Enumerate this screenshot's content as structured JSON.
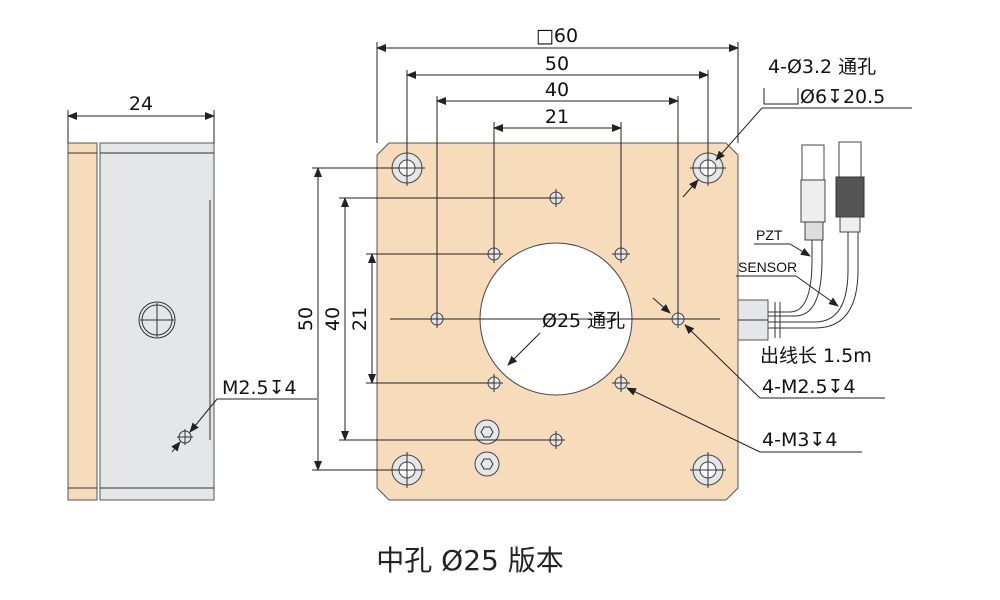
{
  "dimensions": {
    "side_width": "24",
    "square": "□60",
    "d50": "50",
    "d40": "40",
    "d21": "21",
    "v50": "50",
    "v40": "40",
    "v21": "21"
  },
  "callouts": {
    "mount_holes": "4-Ø3.2 通孔",
    "counterbore": "Ø6↧20.5",
    "center_hole": "Ø25 通孔",
    "cable_length": "出线长 1.5m",
    "m25": "4-M2.5↧4",
    "m3": "4-M3↧4",
    "side_thread": "M2.5↧4",
    "pzt": "PZT",
    "sensor": "SENSOR"
  },
  "caption": "中孔 Ø25 版本",
  "colors": {
    "plate": "#f7dcbc",
    "side": "#e5e6e8"
  }
}
